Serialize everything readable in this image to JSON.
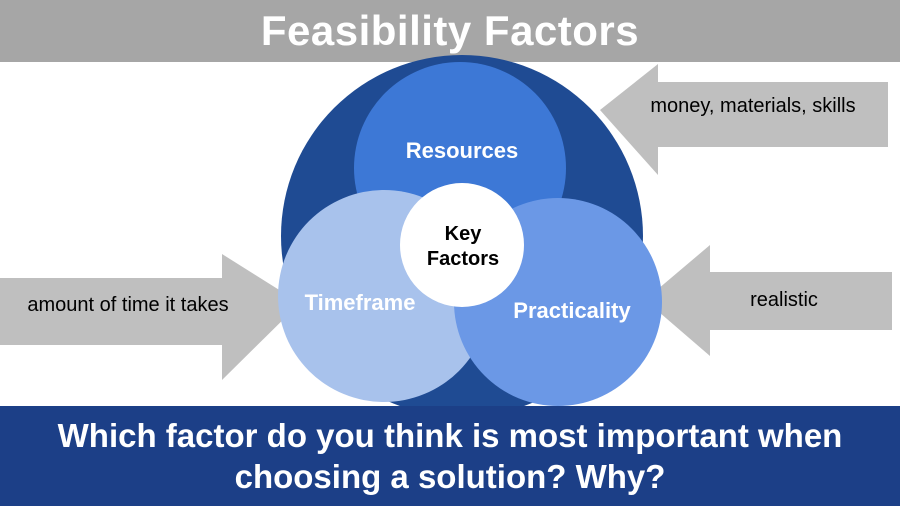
{
  "title": "Feasibility Factors",
  "center_label_line1": "Key",
  "center_label_line2": "Factors",
  "factors": {
    "resources": "Resources",
    "timeframe": "Timeframe",
    "practicality": "Practicality"
  },
  "arrows": {
    "resources_note": "money, materials, skills",
    "timeframe_note": "amount of time it takes",
    "practicality_note": "realistic"
  },
  "question": "Which factor do you think is most important when choosing a solution? Why?",
  "colors": {
    "title_bar": "#a6a6a6",
    "outer_circle": "#1f4b93",
    "resources_circle": "#3d78d6",
    "timeframe_circle": "#a8c2ec",
    "practicality_circle": "#6b98e6",
    "center_circle": "#ffffff",
    "arrow": "#bfbfbf",
    "question_bar": "#1c3f87"
  }
}
